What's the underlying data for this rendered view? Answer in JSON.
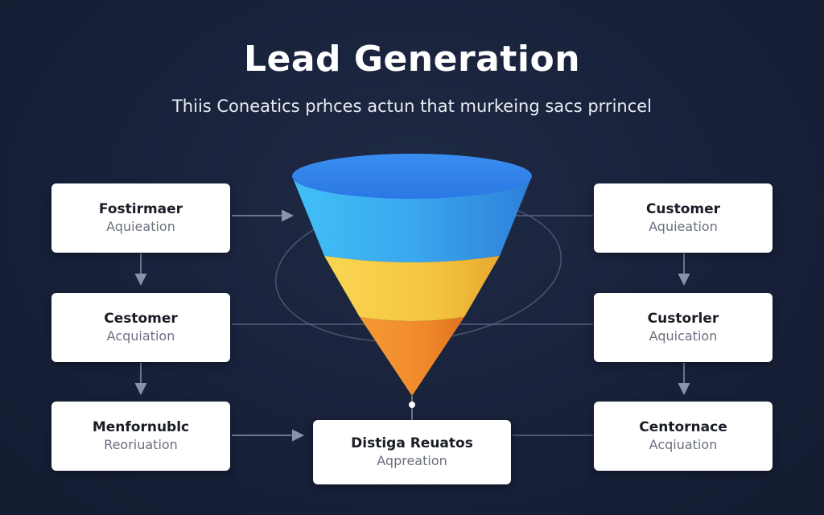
{
  "header": {
    "title": "Lead Generation",
    "subtitle": "Thiis Coneatics prhces actun that murkeing sacs prrincel"
  },
  "left_cards": [
    {
      "title": "Fostirmaer",
      "subtitle": "Aquieation"
    },
    {
      "title": "Cestomer",
      "subtitle": "Acquiation"
    },
    {
      "title": "Menfornublc",
      "subtitle": "Reoriuation"
    }
  ],
  "right_cards": [
    {
      "title": "Customer",
      "subtitle": "Aquieation"
    },
    {
      "title": "Custorler",
      "subtitle": "Aquication"
    },
    {
      "title": "Centornace",
      "subtitle": "Acqiuation"
    }
  ],
  "bottom_card": {
    "title": "Distiga Reuatos",
    "subtitle": "Aqpreation"
  },
  "colors": {
    "background": "#18213a",
    "funnel_top": "#3aa3ee",
    "funnel_middle": "#f6c945",
    "funnel_bottom": "#f08a2c",
    "connector": "#8a93a8",
    "card": "#ffffff"
  }
}
